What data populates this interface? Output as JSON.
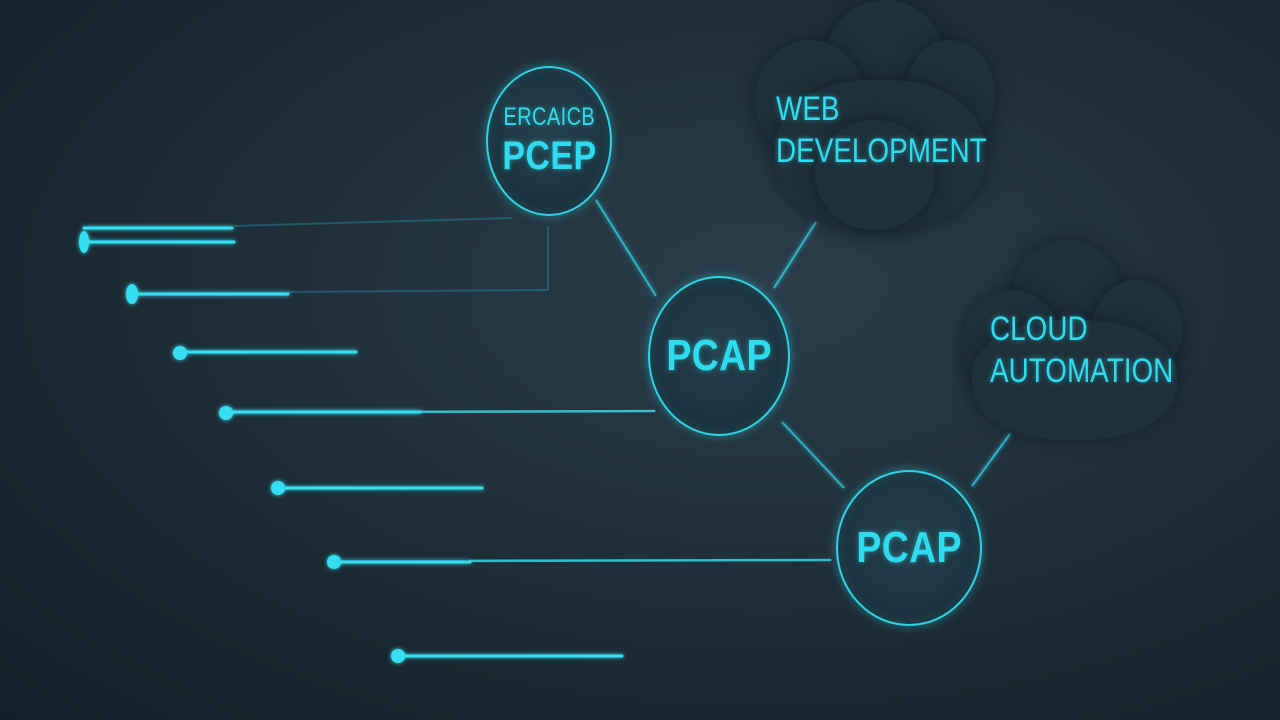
{
  "nodes": {
    "pcep_node": {
      "label_small": "ERCAICB",
      "label_main": "PCEP"
    },
    "pcap_node_1": {
      "label": "PCAP"
    },
    "pcap_node_2": {
      "label": "PCAP"
    }
  },
  "clouds": {
    "web_development": {
      "line1": "WEB",
      "line2": "DEVELOPMENT"
    },
    "cloud_automation": {
      "line1": "CLOUD",
      "line2": "AUTOMATION"
    }
  },
  "colors": {
    "accent": "#2fdcef",
    "background": "#1c2a33",
    "node_fill": "#1d3540",
    "cloud_fill": "#1f313b"
  }
}
